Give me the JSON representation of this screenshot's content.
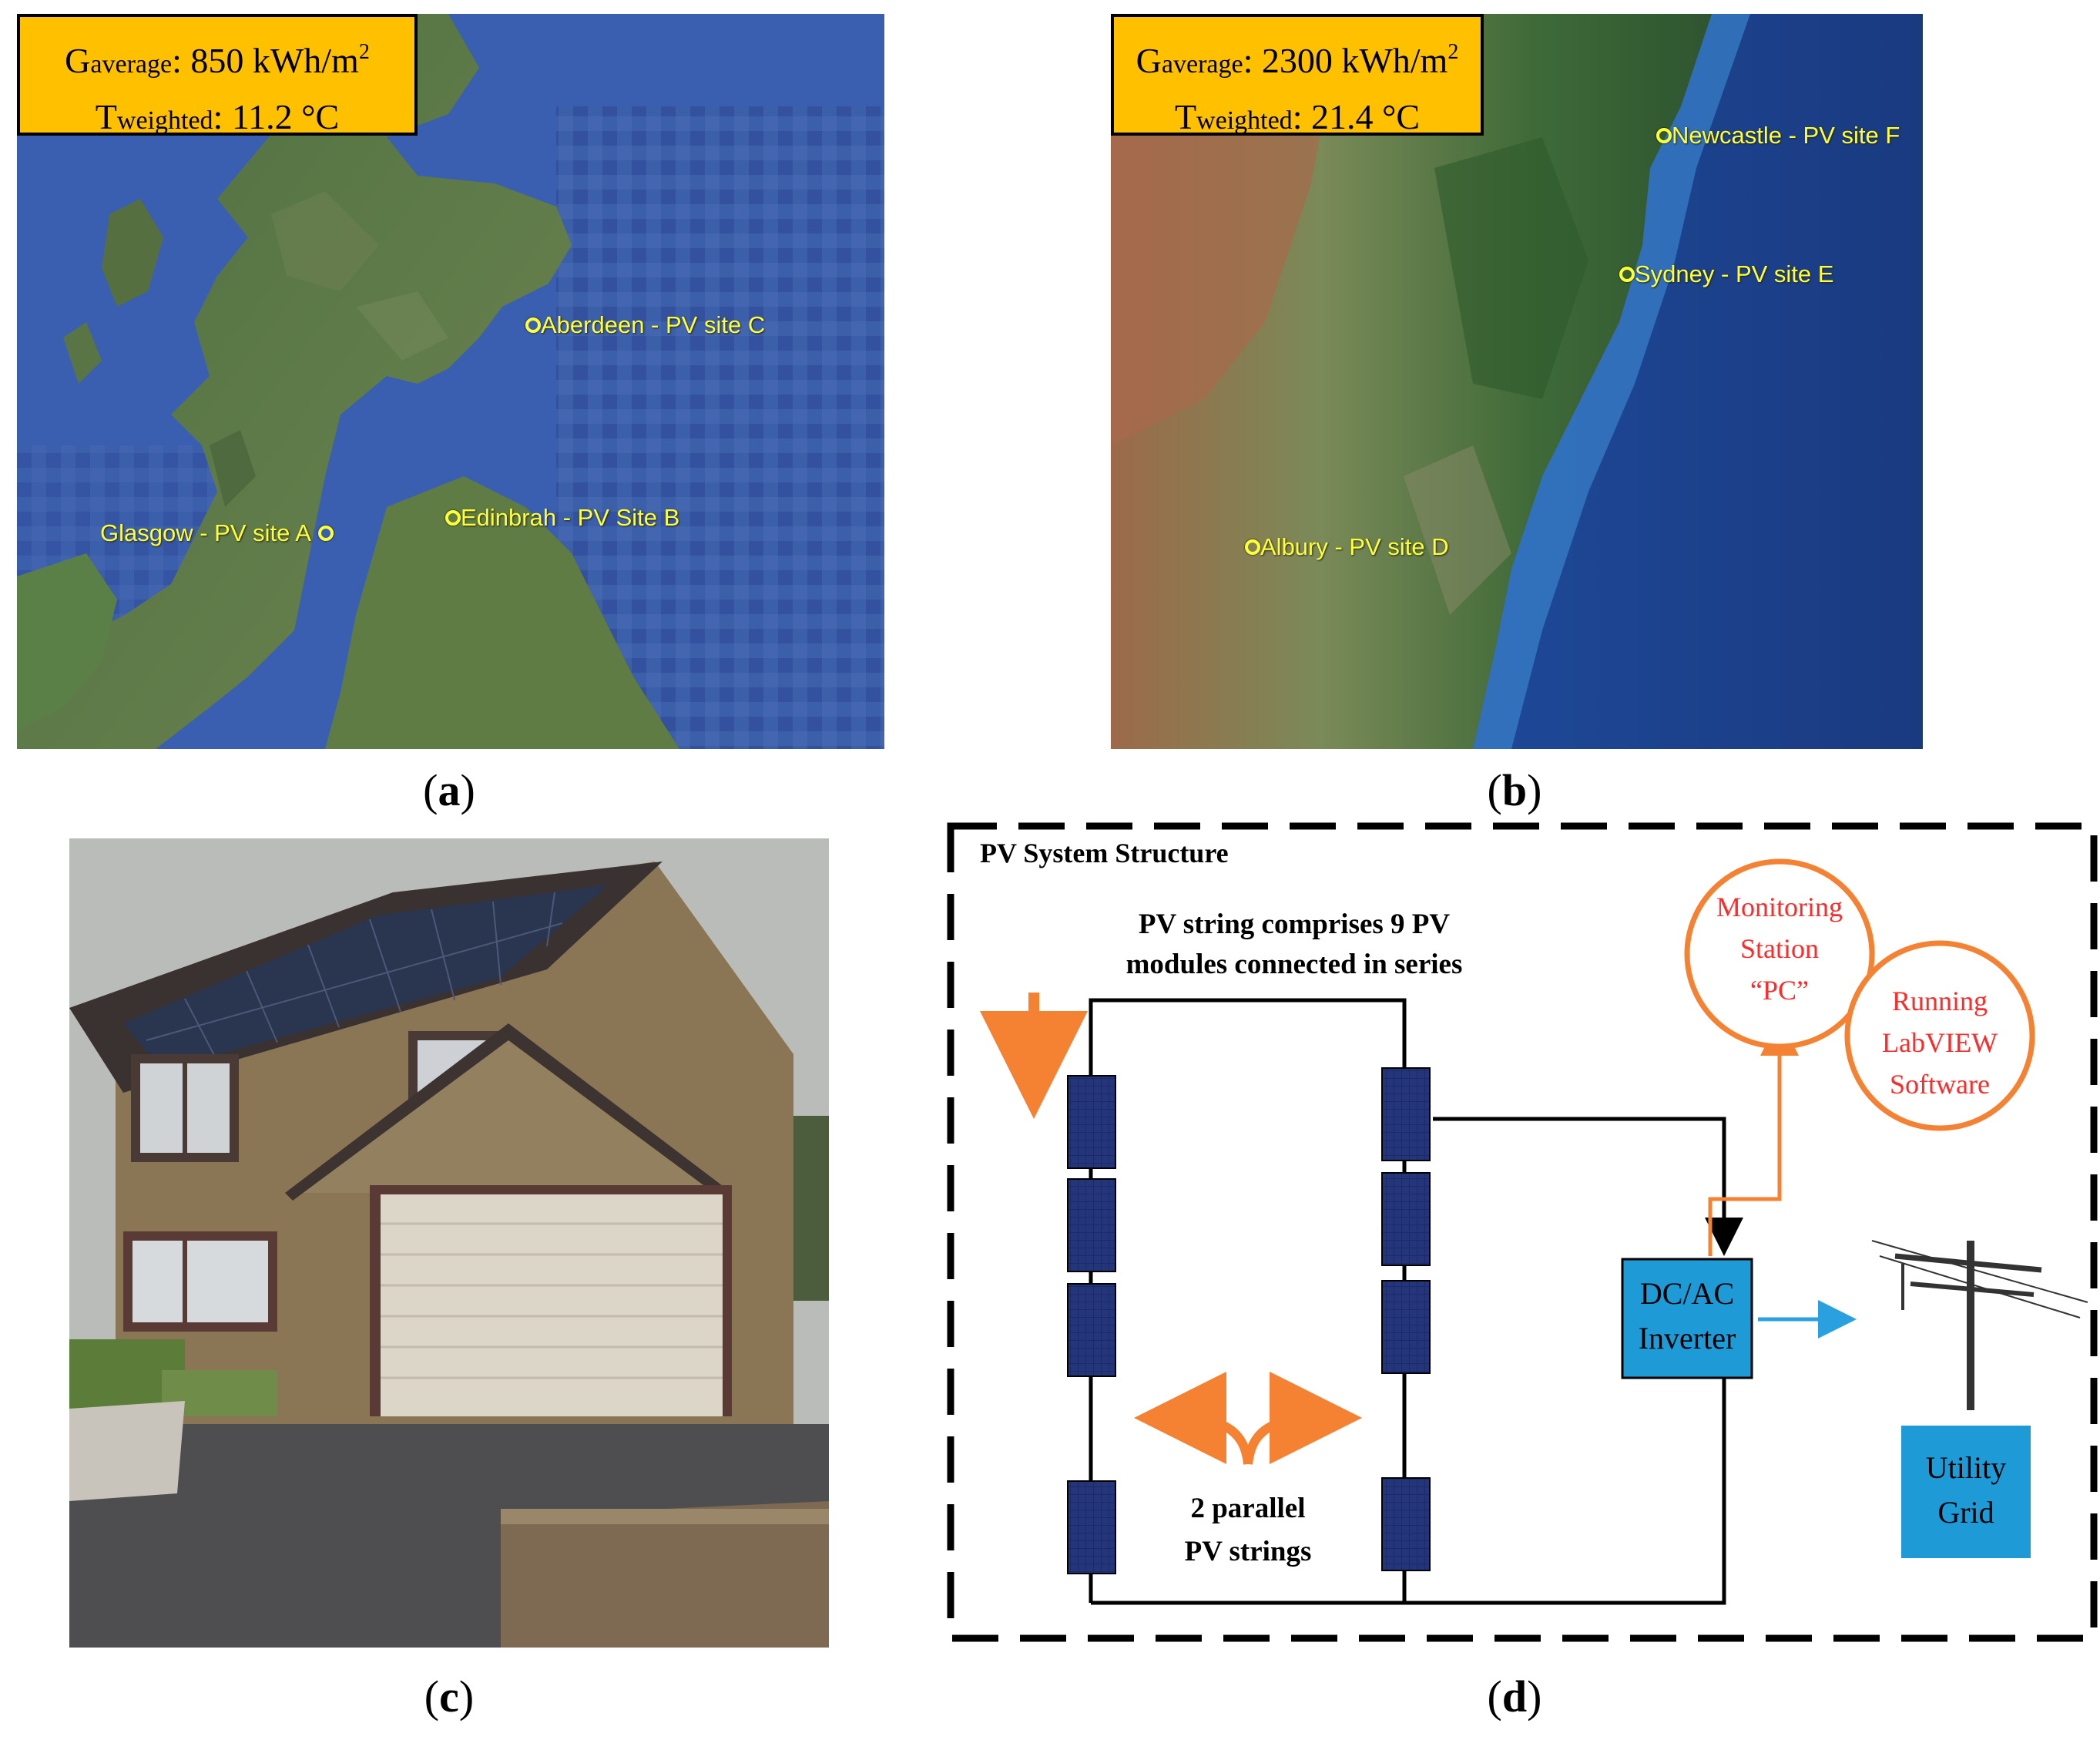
{
  "panels": {
    "a": {
      "caption_open": "(",
      "caption_letter": "a",
      "caption_close": ")",
      "box": {
        "g_label_big": "G",
        "g_label_small": "average",
        "g_value": ": 850 kWh/m",
        "g_sup": "2",
        "t_label_big": "T",
        "t_label_small": "weighted",
        "t_value": ": 11.2 °C"
      },
      "sites": [
        "Aberdeen - PV site C",
        "Glasgow - PV site A",
        "Edinbrah - PV Site B"
      ]
    },
    "b": {
      "caption_open": "(",
      "caption_letter": "b",
      "caption_close": ")",
      "box": {
        "g_label_big": "G",
        "g_label_small": "average",
        "g_value": ": 2300 kWh/m",
        "g_sup": "2",
        "t_label_big": "T",
        "t_label_small": "weighted",
        "t_value": ": 21.4 °C"
      },
      "sites": [
        "Newcastle - PV site F",
        "Sydney - PV site E",
        "Albury - PV site D"
      ]
    },
    "c": {
      "caption_open": "(",
      "caption_letter": "c",
      "caption_close": ")"
    },
    "d": {
      "caption_open": "(",
      "caption_letter": "d",
      "caption_close": ")",
      "title": "PV System Structure",
      "string_note_line1": "PV string comprises 9 PV",
      "string_note_line2": "modules connected in series",
      "parallel_line1": "2 parallel",
      "parallel_line2": "PV strings",
      "monitor_line1": "Monitoring",
      "monitor_line2": "Station",
      "monitor_line3": "“PC”",
      "labview_line1": "Running",
      "labview_line2": "LabVIEW",
      "labview_line3": "Software",
      "inverter_line1": "DC/AC",
      "inverter_line2": "Inverter",
      "grid_line1": "Utility",
      "grid_line2": "Grid"
    }
  },
  "colors": {
    "info_box": "#ffc000",
    "site_label": "#ffff33",
    "inverter_fill": "#1e9bd7",
    "monitor_stroke": "#f58232",
    "monitor_text": "#ff2a2a",
    "orange_arrow": "#f58232",
    "blue_arrow": "#2aa0e0",
    "pv_module": "#1c2a6b"
  }
}
